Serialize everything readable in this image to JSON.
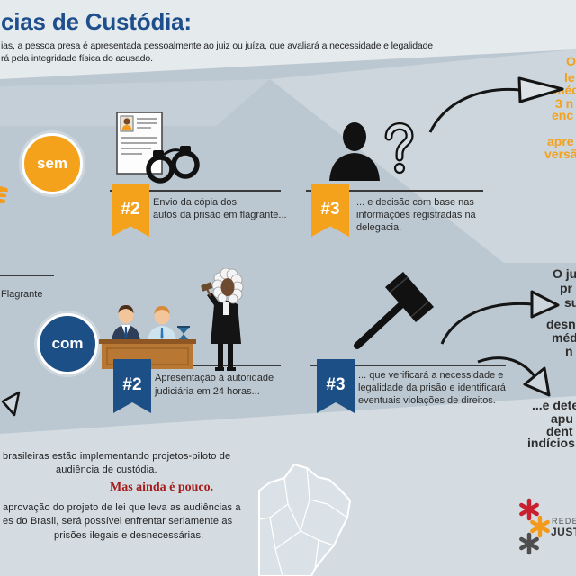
{
  "title": "cias de Custódia:",
  "intro": {
    "line1": "ias, a pessoa presa é apresentada pessoalmente ao juiz ou juíza, que avaliará a necessidade e legalidade",
    "line2": "rá pela integridade física do acusado."
  },
  "colors": {
    "orange": "#f4a11c",
    "blue": "#1d4f87",
    "title": "#1e4e8c",
    "alert_red": "#a51c1c"
  },
  "icons": [
    "hand-icon",
    "document-icon",
    "handcuffs-icon",
    "suspect-question-icon",
    "officers-at-desk-icon",
    "judge-icon",
    "gavel-icon",
    "curved-arrow-icon",
    "arrowhead-icon",
    "brazil-map-icon",
    "asterisk-logo-icon"
  ],
  "flow": {
    "sem": {
      "badge": "sem",
      "steps": [
        {
          "number": "#2",
          "lines": [
            "Envio da cópia dos",
            "autos da prisão em flagrante..."
          ]
        },
        {
          "number": "#3",
          "lines": [
            "... e decisão com base nas",
            "informações registradas na",
            "delegacia."
          ]
        }
      ],
      "side_note": [
        "O",
        "le",
        "méd",
        "3 n",
        "enc",
        "apre",
        "versã"
      ]
    },
    "com": {
      "section_label": "Flagrante",
      "badge": "com",
      "steps": [
        {
          "number": "#2",
          "lines": [
            "Apresentação à autoridade",
            "judiciária em 24 horas..."
          ]
        },
        {
          "number": "#3",
          "lines": [
            "... que verificará a necessidade e",
            "legalidade da prisão e identificará",
            "eventuais violações de direitos."
          ]
        }
      ],
      "side_note": [
        "O ju",
        "pr",
        "su",
        "desn",
        "méd",
        "n"
      ],
      "side_note_2": [
        "...e dete",
        "apu",
        "dent",
        "indícios"
      ]
    }
  },
  "footer": {
    "text_lines": [
      "brasileiras estão implementando projetos-piloto de",
      "audiência de custódia."
    ],
    "highlight": "Mas ainda é pouco.",
    "closing_lines": [
      "aprovação do projeto de lei que leva as audiências a",
      "es do Brasil, será possível enfrentar seriamente as",
      "prisões ilegais e desnecessárias."
    ]
  },
  "logo": {
    "line1": "REDE",
    "line2": "JUST"
  }
}
